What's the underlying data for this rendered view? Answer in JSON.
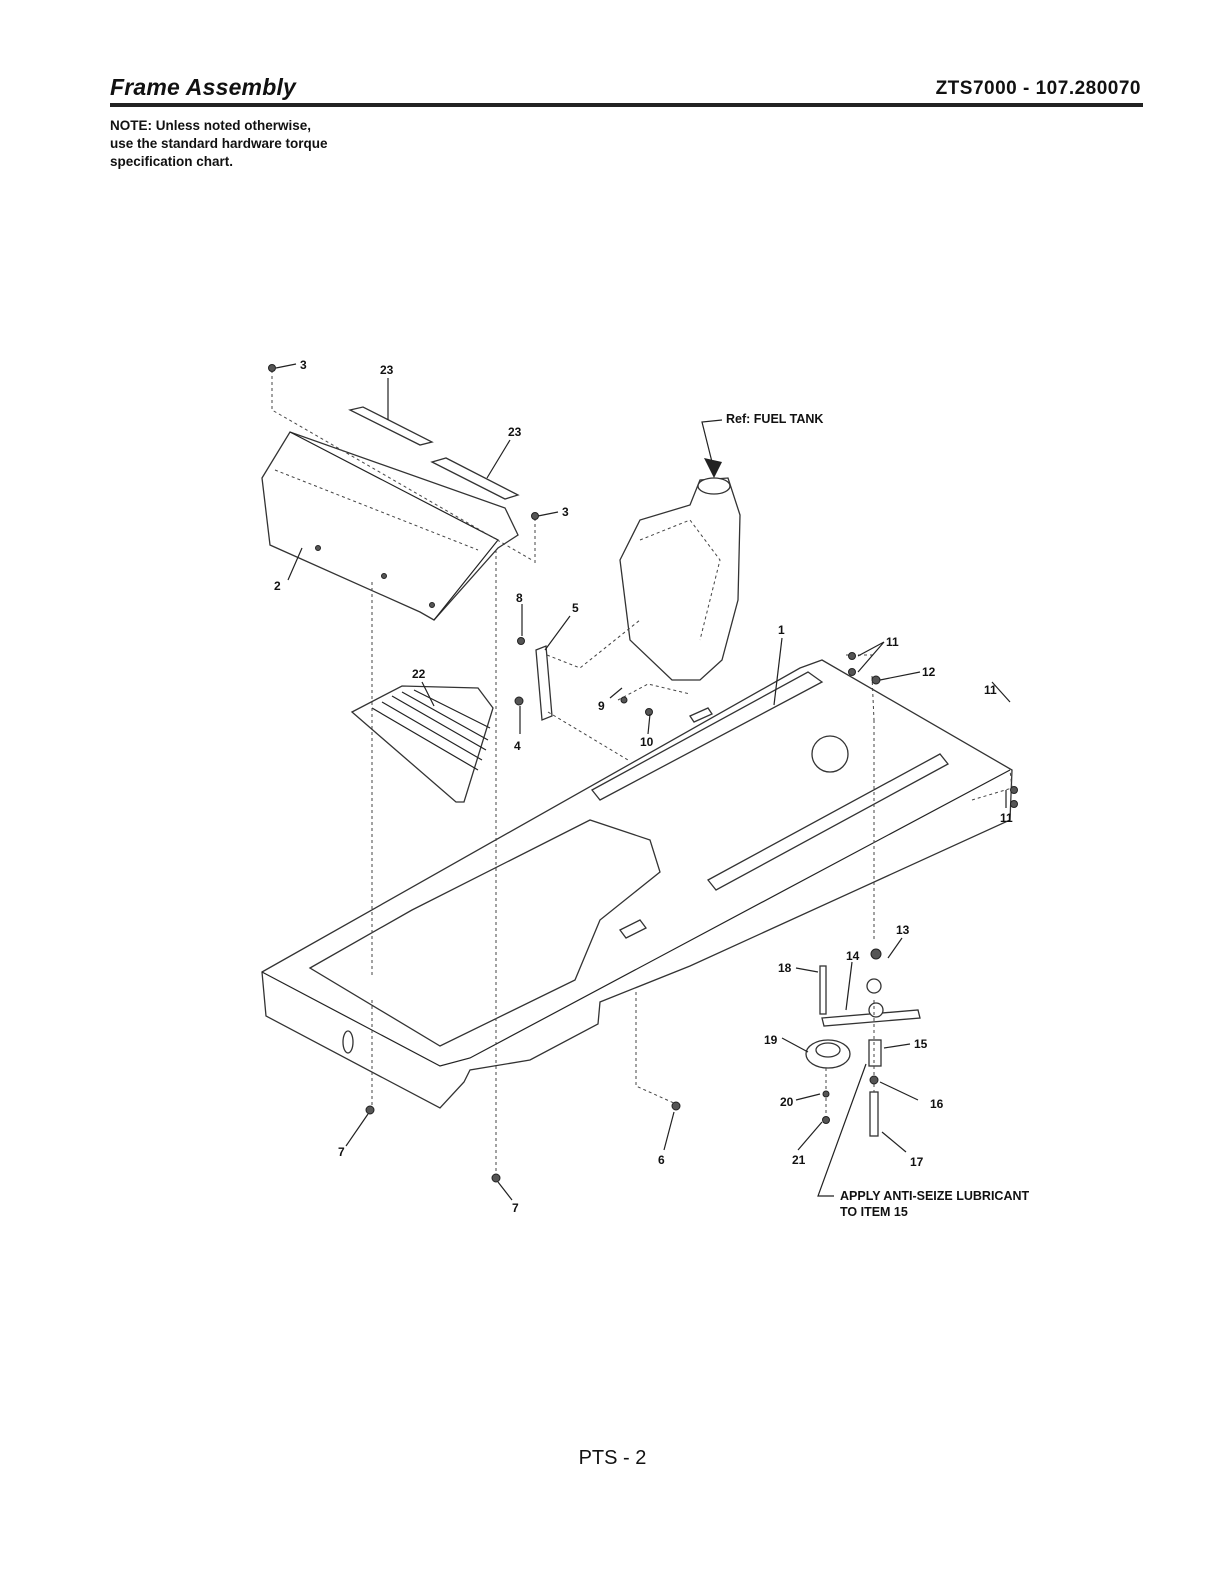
{
  "header": {
    "title": "Frame Assembly",
    "model": "ZTS7000 - 107.280070"
  },
  "note": "NOTE: Unless noted otherwise,\nuse the standard hardware torque\nspecification chart.",
  "diagram": {
    "reference_label": "Ref: FUEL TANK",
    "instruction_line1": "APPLY ANTI-SEIZE LUBRICANT",
    "instruction_line2": "TO ITEM 15",
    "callouts": [
      "1",
      "2",
      "3",
      "3",
      "4",
      "5",
      "6",
      "7",
      "7",
      "8",
      "9",
      "10",
      "11",
      "11",
      "11",
      "12",
      "13",
      "14",
      "15",
      "16",
      "17",
      "18",
      "19",
      "20",
      "21",
      "22",
      "23",
      "23"
    ]
  },
  "footer": {
    "page_number": "PTS - 2"
  }
}
